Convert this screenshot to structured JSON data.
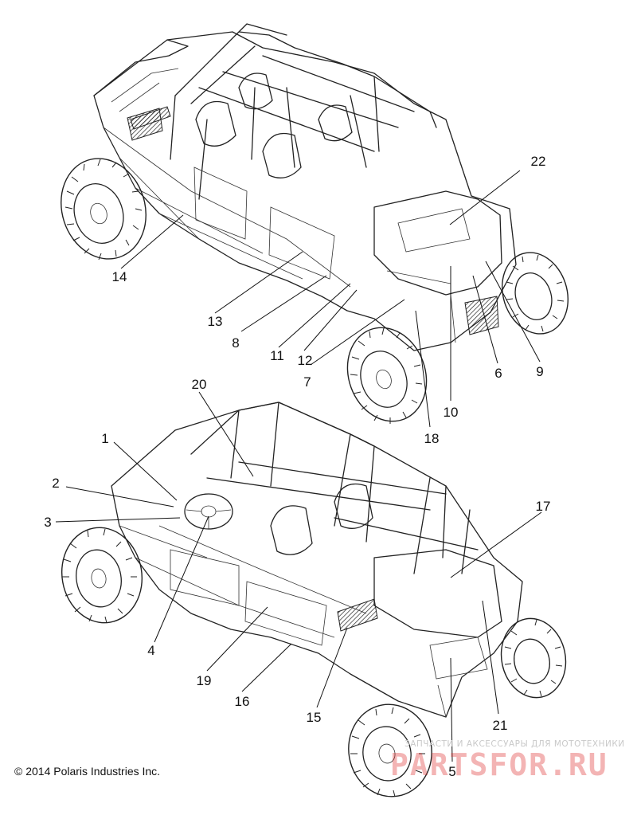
{
  "callouts": [
    {
      "id": "c1",
      "label": "1"
    },
    {
      "id": "c2",
      "label": "2"
    },
    {
      "id": "c3",
      "label": "3"
    },
    {
      "id": "c4",
      "label": "4"
    },
    {
      "id": "c5",
      "label": "5"
    },
    {
      "id": "c6",
      "label": "6"
    },
    {
      "id": "c7",
      "label": "7"
    },
    {
      "id": "c8",
      "label": "8"
    },
    {
      "id": "c9",
      "label": "9"
    },
    {
      "id": "c10",
      "label": "10"
    },
    {
      "id": "c11",
      "label": "11"
    },
    {
      "id": "c12",
      "label": "12"
    },
    {
      "id": "c13",
      "label": "13"
    },
    {
      "id": "c14",
      "label": "14"
    },
    {
      "id": "c15",
      "label": "15"
    },
    {
      "id": "c16",
      "label": "16"
    },
    {
      "id": "c17",
      "label": "17"
    },
    {
      "id": "c18",
      "label": "18"
    },
    {
      "id": "c19",
      "label": "19"
    },
    {
      "id": "c20",
      "label": "20"
    },
    {
      "id": "c21",
      "label": "21"
    },
    {
      "id": "c22",
      "label": "22"
    }
  ],
  "copyright": "© 2014 Polaris Industries Inc.",
  "watermark": {
    "tagline": "ЗАПЧАСТИ И АКСЕССУАРЫ ДЛЯ МОТОТЕХНИКИ",
    "brand": "PARTSFOR.RU",
    "color": "#dc2828"
  }
}
